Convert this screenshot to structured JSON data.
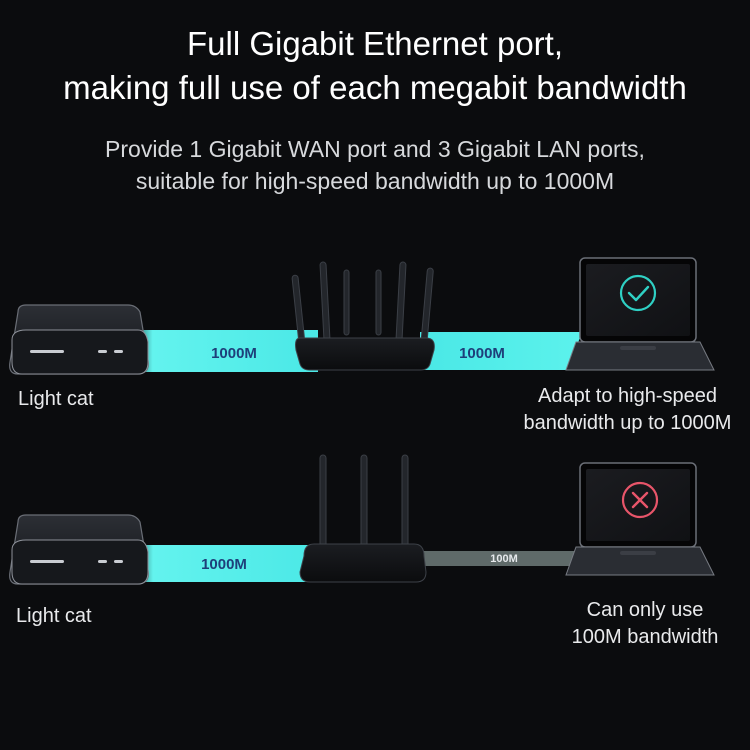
{
  "header": {
    "title_line1": "Full Gigabit Ethernet port,",
    "title_line2": "making full use of each megabit bandwidth",
    "subtitle_line1": "Provide 1 Gigabit WAN port and 3 Gigabit LAN ports,",
    "subtitle_line2": "suitable for high-speed bandwidth up to 1000M"
  },
  "scenario_gigabit": {
    "modem_label": "Light cat",
    "wan_speed": "1000M",
    "lan_speed": "1000M",
    "laptop_caption_line1": "Adapt to high-speed",
    "laptop_caption_line2": "bandwidth up to 1000M",
    "status_icon": "check-circle-icon",
    "status_color": "#2fd0c4"
  },
  "scenario_100m": {
    "modem_label": "Light cat",
    "wan_speed": "1000M",
    "lan_speed": "100M",
    "laptop_caption_line1": "Can only use",
    "laptop_caption_line2": "100M bandwidth",
    "status_icon": "x-circle-icon",
    "status_color": "#e8556a"
  },
  "colors": {
    "background": "#0b0c0e",
    "gigabit_link": "#4ff1e8",
    "slow_link": "#5f6a69",
    "speed_text": "#1e3f7a"
  }
}
